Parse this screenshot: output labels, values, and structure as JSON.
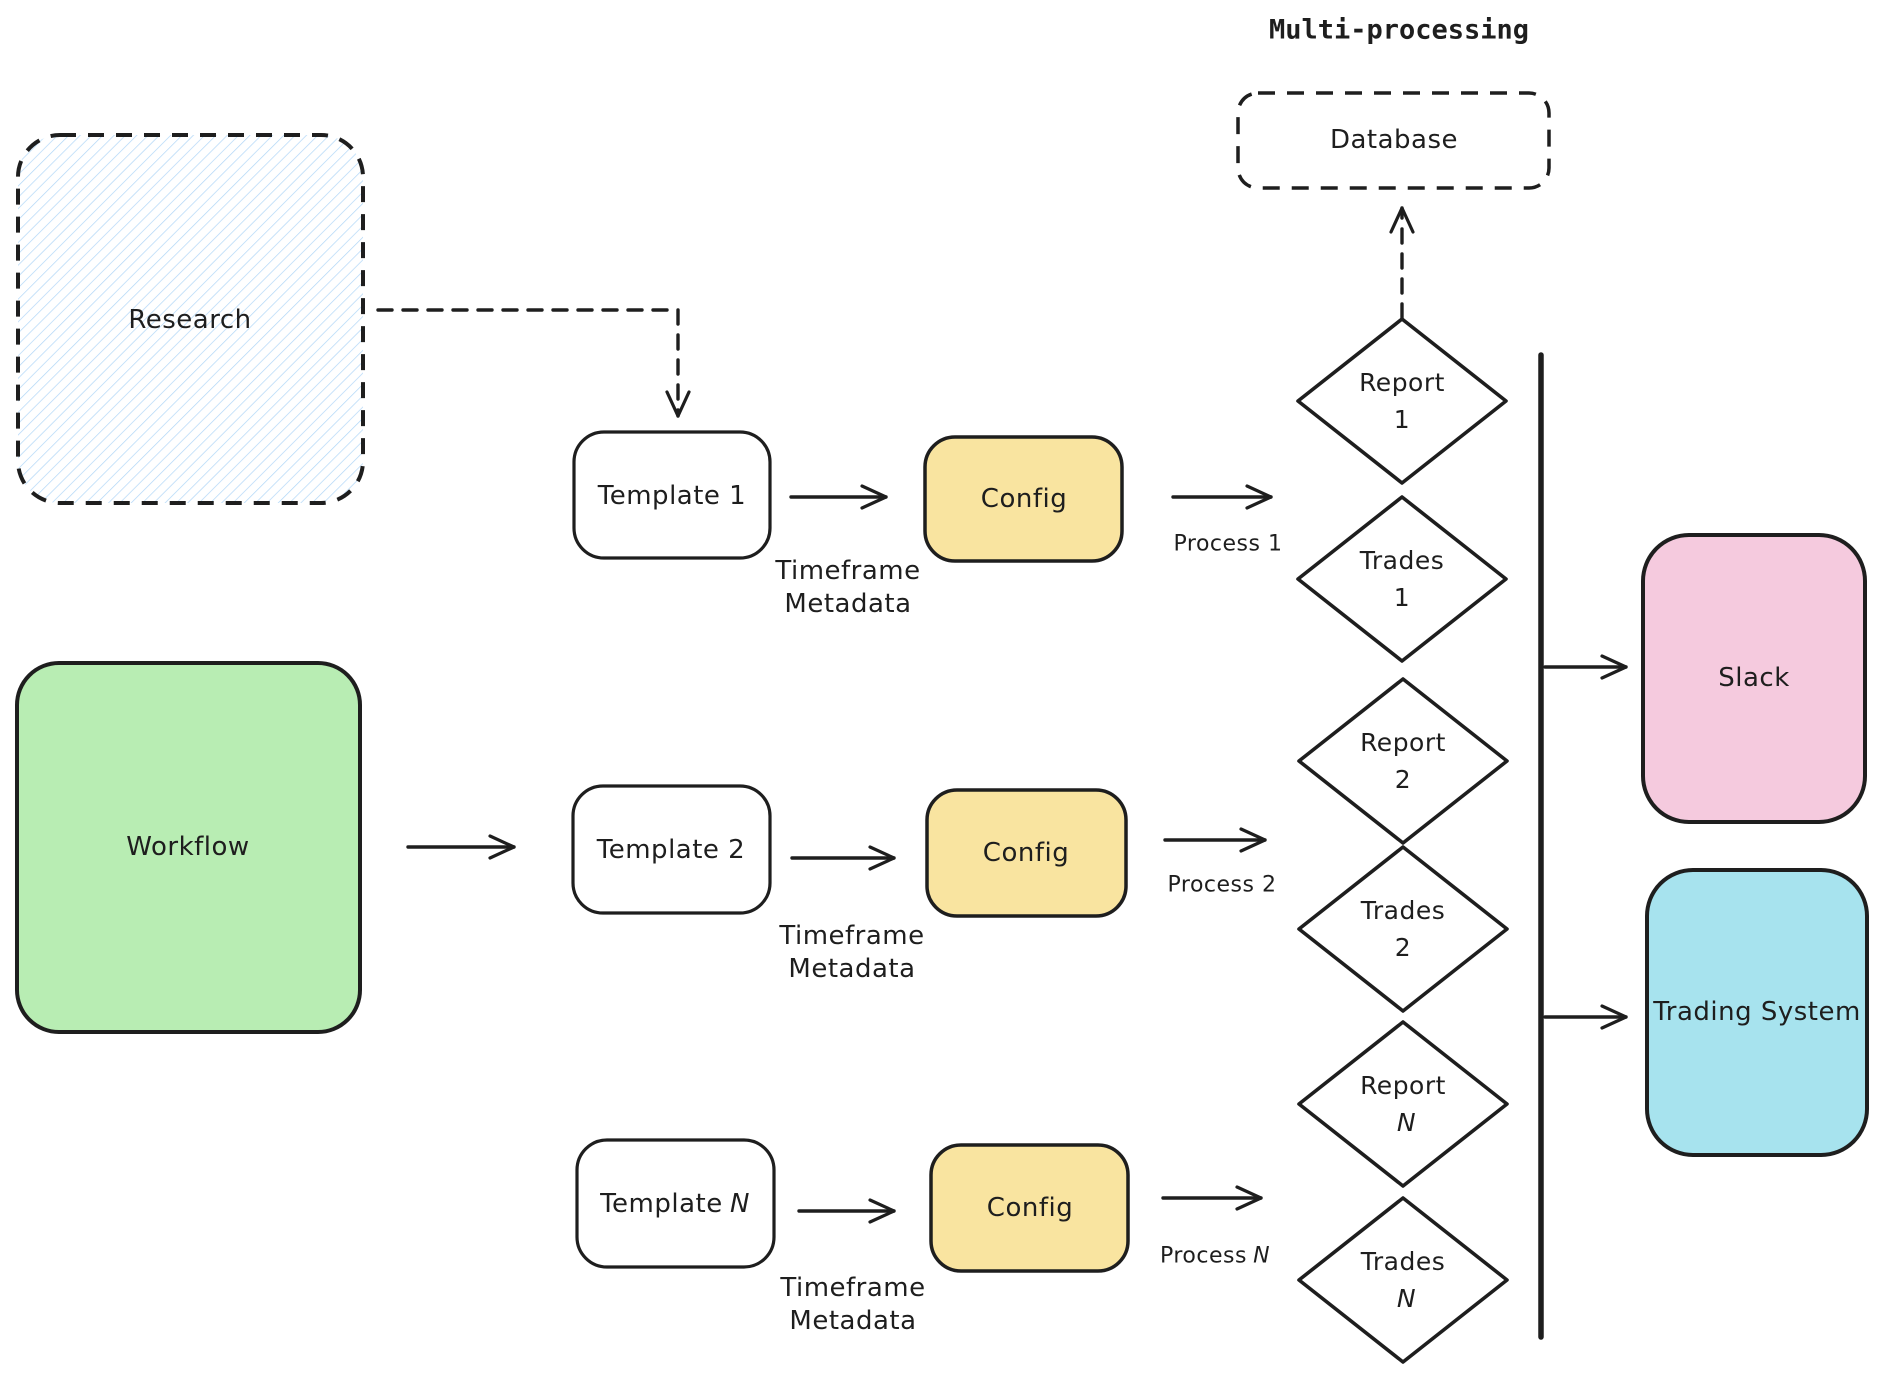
{
  "title": "Multi-processing",
  "research": {
    "label": "Research"
  },
  "workflow": {
    "label": "Workflow"
  },
  "database": {
    "label": "Database"
  },
  "templates": [
    {
      "label": "Template 1"
    },
    {
      "label": "Template 2"
    },
    {
      "label": "Template",
      "suffix": "N"
    }
  ],
  "configs": [
    {
      "label": "Config"
    },
    {
      "label": "Config"
    },
    {
      "label": "Config"
    }
  ],
  "edge_labels": {
    "timeframe": "Timeframe",
    "metadata": "Metadata"
  },
  "processes": [
    {
      "label": "Process 1"
    },
    {
      "label": "Process 2"
    },
    {
      "label": "Process",
      "suffix": "N"
    }
  ],
  "diamonds": [
    {
      "line1": "Report",
      "line2": "1"
    },
    {
      "line1": "Trades",
      "line2": "1"
    },
    {
      "line1": "Report",
      "line2": "2"
    },
    {
      "line1": "Trades",
      "line2": "2"
    },
    {
      "line1": "Report",
      "line2": "N"
    },
    {
      "line1": "Trades",
      "line2": "N"
    }
  ],
  "outputs": {
    "slack": "Slack",
    "trading_system": "Trading System"
  },
  "colors": {
    "stroke": "#1e1e1e",
    "workflow_green": "#b8edb3",
    "config_yellow": "#f9e4a0",
    "slack_pink": "#f5cade",
    "trading_cyan": "#a7e3ee",
    "hatch_blue": "#b0d6f7"
  }
}
